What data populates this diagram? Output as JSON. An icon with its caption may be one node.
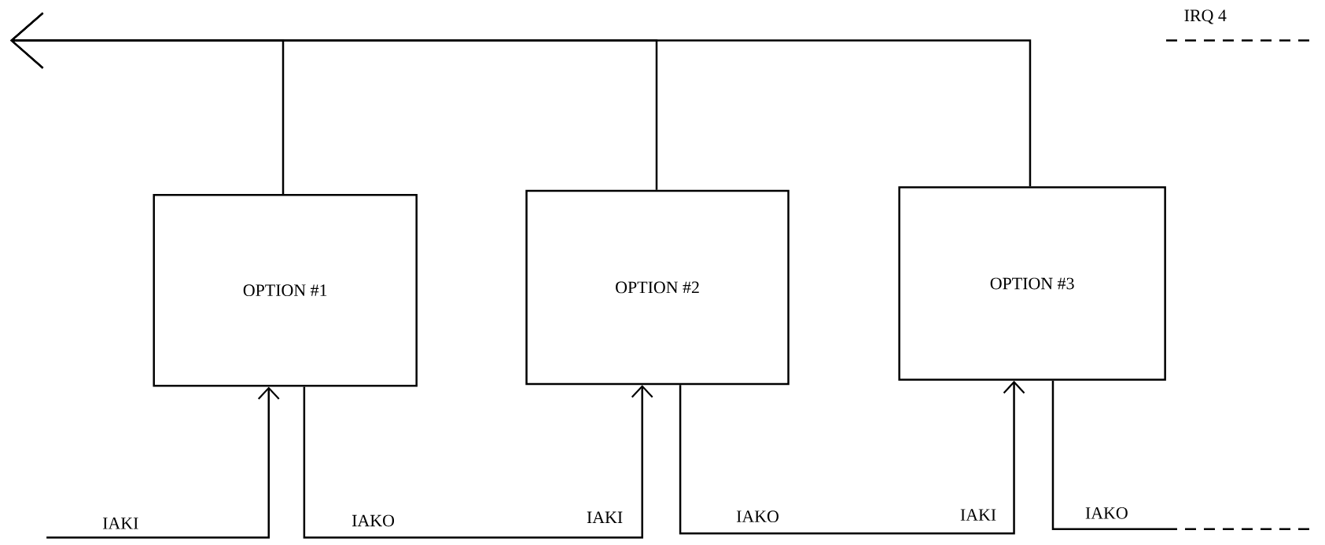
{
  "diagram": {
    "nodes": [
      {
        "text": [
          "OPTION #1"
        ]
      },
      {
        "text": [
          "OPTION #2"
        ]
      },
      {
        "text": [
          "OPTION #3"
        ]
      }
    ],
    "edges": [
      {
        "from": 0,
        "to": null,
        "arrow": "to"
      },
      {
        "from": 1,
        "to": null,
        "arrow": "to"
      },
      {
        "from": 2,
        "to": null,
        "arrow": "to"
      },
      {
        "from": null,
        "to": 0,
        "arrow": "to"
      },
      {
        "from": 0,
        "to": 1,
        "arrow": "to"
      },
      {
        "from": 1,
        "to": 2,
        "arrow": "to"
      },
      {
        "from": 2,
        "to": null,
        "arrow": "none"
      }
    ],
    "labels": [
      "IRQ 4",
      "IAKI",
      "IAKO",
      "IAKI",
      "IAKO",
      "IAKI",
      "IAKO"
    ]
  }
}
